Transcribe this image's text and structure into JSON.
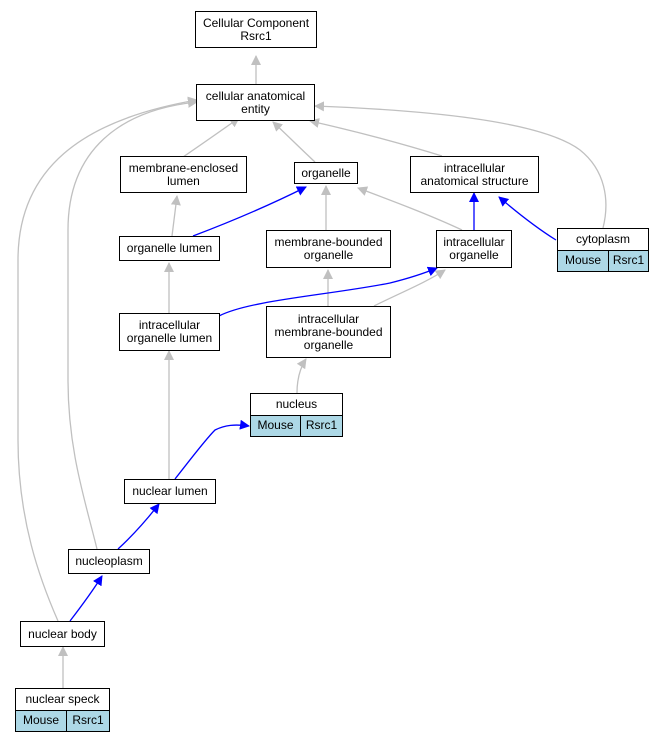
{
  "colors": {
    "is_a_edge": "#c0c0c0",
    "part_of_edge": "#0000ff",
    "annotation_cell": "#add8e6"
  },
  "nodes": {
    "cc_root": "Cellular Component\nRsrc1",
    "anatomical_entity": "cellular anatomical\nentity",
    "membrane_enclosed_lumen": "membrane-enclosed\nlumen",
    "organelle": "organelle",
    "intracellular_anatomical_structure": "intracellular\nanatomical structure",
    "organelle_lumen": "organelle lumen",
    "membrane_bounded_organelle": "membrane-bounded\norganelle",
    "intracellular_organelle": "intracellular\norganelle",
    "cytoplasm": "cytoplasm",
    "intracellular_organelle_lumen": "intracellular\norganelle lumen",
    "intracellular_membrane_bounded_organelle": "intracellular\nmembrane-bounded\norganelle",
    "nucleus": "nucleus",
    "nuclear_lumen": "nuclear lumen",
    "nucleoplasm": "nucleoplasm",
    "nuclear_body": "nuclear body",
    "nuclear_speck": "nuclear speck"
  },
  "annotations": {
    "cytoplasm": [
      "Mouse",
      "Rsrc1"
    ],
    "nucleus": [
      "Mouse",
      "Rsrc1"
    ],
    "nuclear_speck": [
      "Mouse",
      "Rsrc1"
    ]
  }
}
